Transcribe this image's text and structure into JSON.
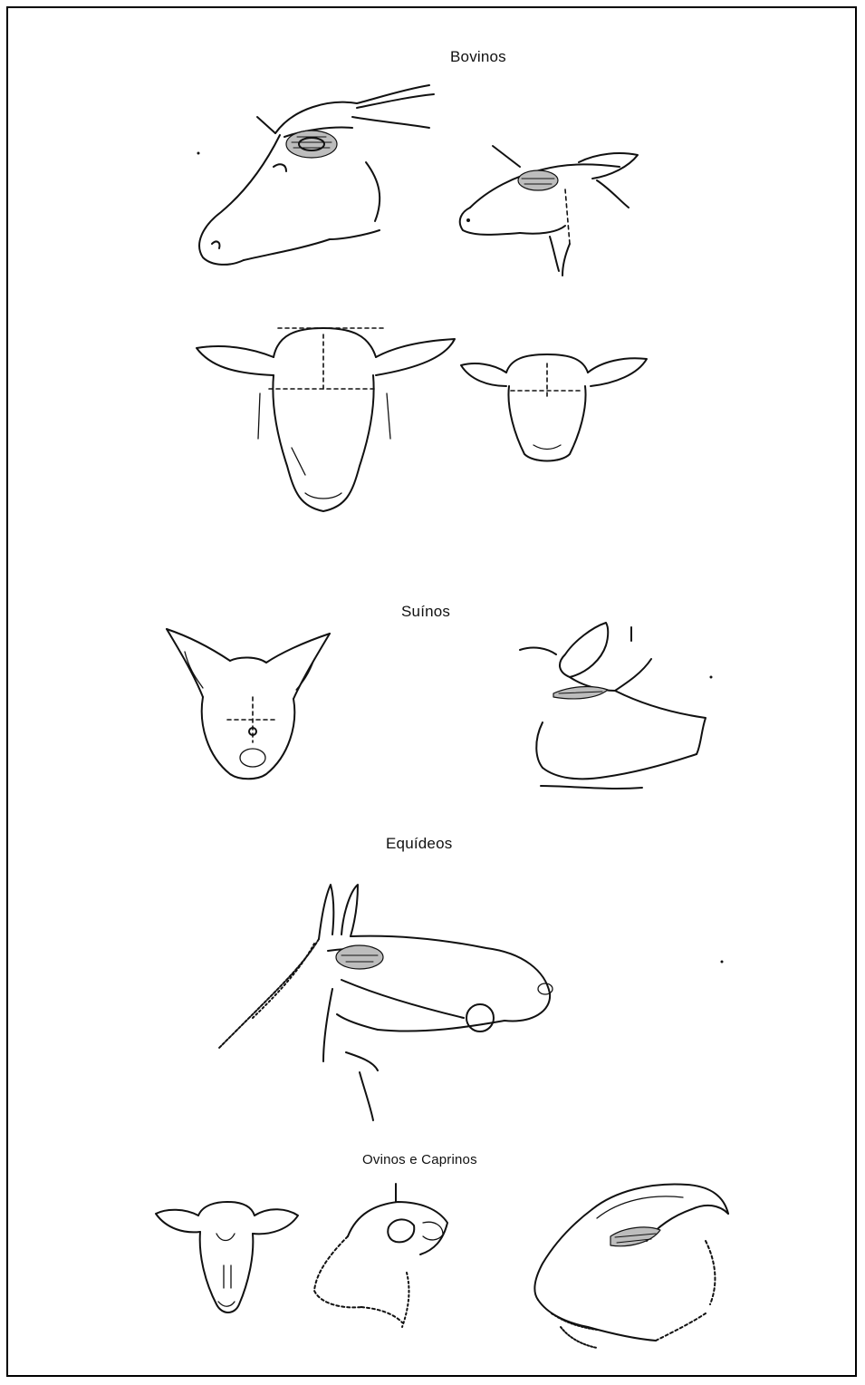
{
  "sections": {
    "bovinos": "Bovinos",
    "suinos": "Suínos",
    "equideos": "Equídeos",
    "ovinos_caprinos": "Ovinos e Caprinos"
  },
  "colors": {
    "line": "#111111",
    "shade": "#bdbdbd",
    "background": "#ffffff"
  }
}
